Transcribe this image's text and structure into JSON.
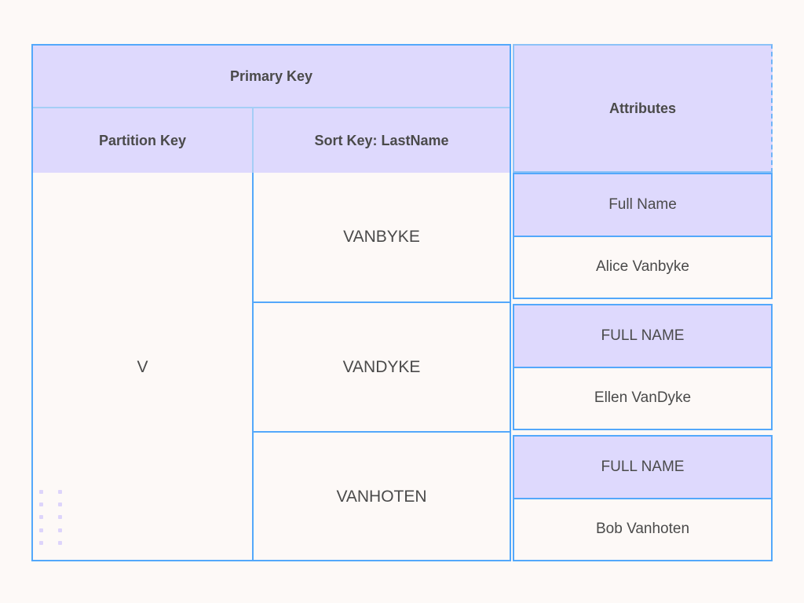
{
  "theme": {
    "page_background": "#fdf9f7",
    "header_fill": "#ded9fd",
    "header_border": "#a5cef6",
    "body_border": "#53a8fb",
    "text_color": "#4a4a4a",
    "dot_color": "#ddd4fb"
  },
  "table": {
    "headers": {
      "primary_key": "Primary Key",
      "partition_key": "Partition Key",
      "sort_key": "Sort Key: LastName",
      "attributes": "Attributes"
    },
    "partition_key_value": "V",
    "rows": [
      {
        "sort_key": "VANBYKE",
        "attribute_name": "Full Name",
        "attribute_value": "Alice Vanbyke"
      },
      {
        "sort_key": "VANDYKE",
        "attribute_name": "FULL NAME",
        "attribute_value": "Ellen VanDyke"
      },
      {
        "sort_key": "VANHOTEN",
        "attribute_name": "FULL NAME",
        "attribute_value": "Bob Vanhoten"
      }
    ]
  }
}
